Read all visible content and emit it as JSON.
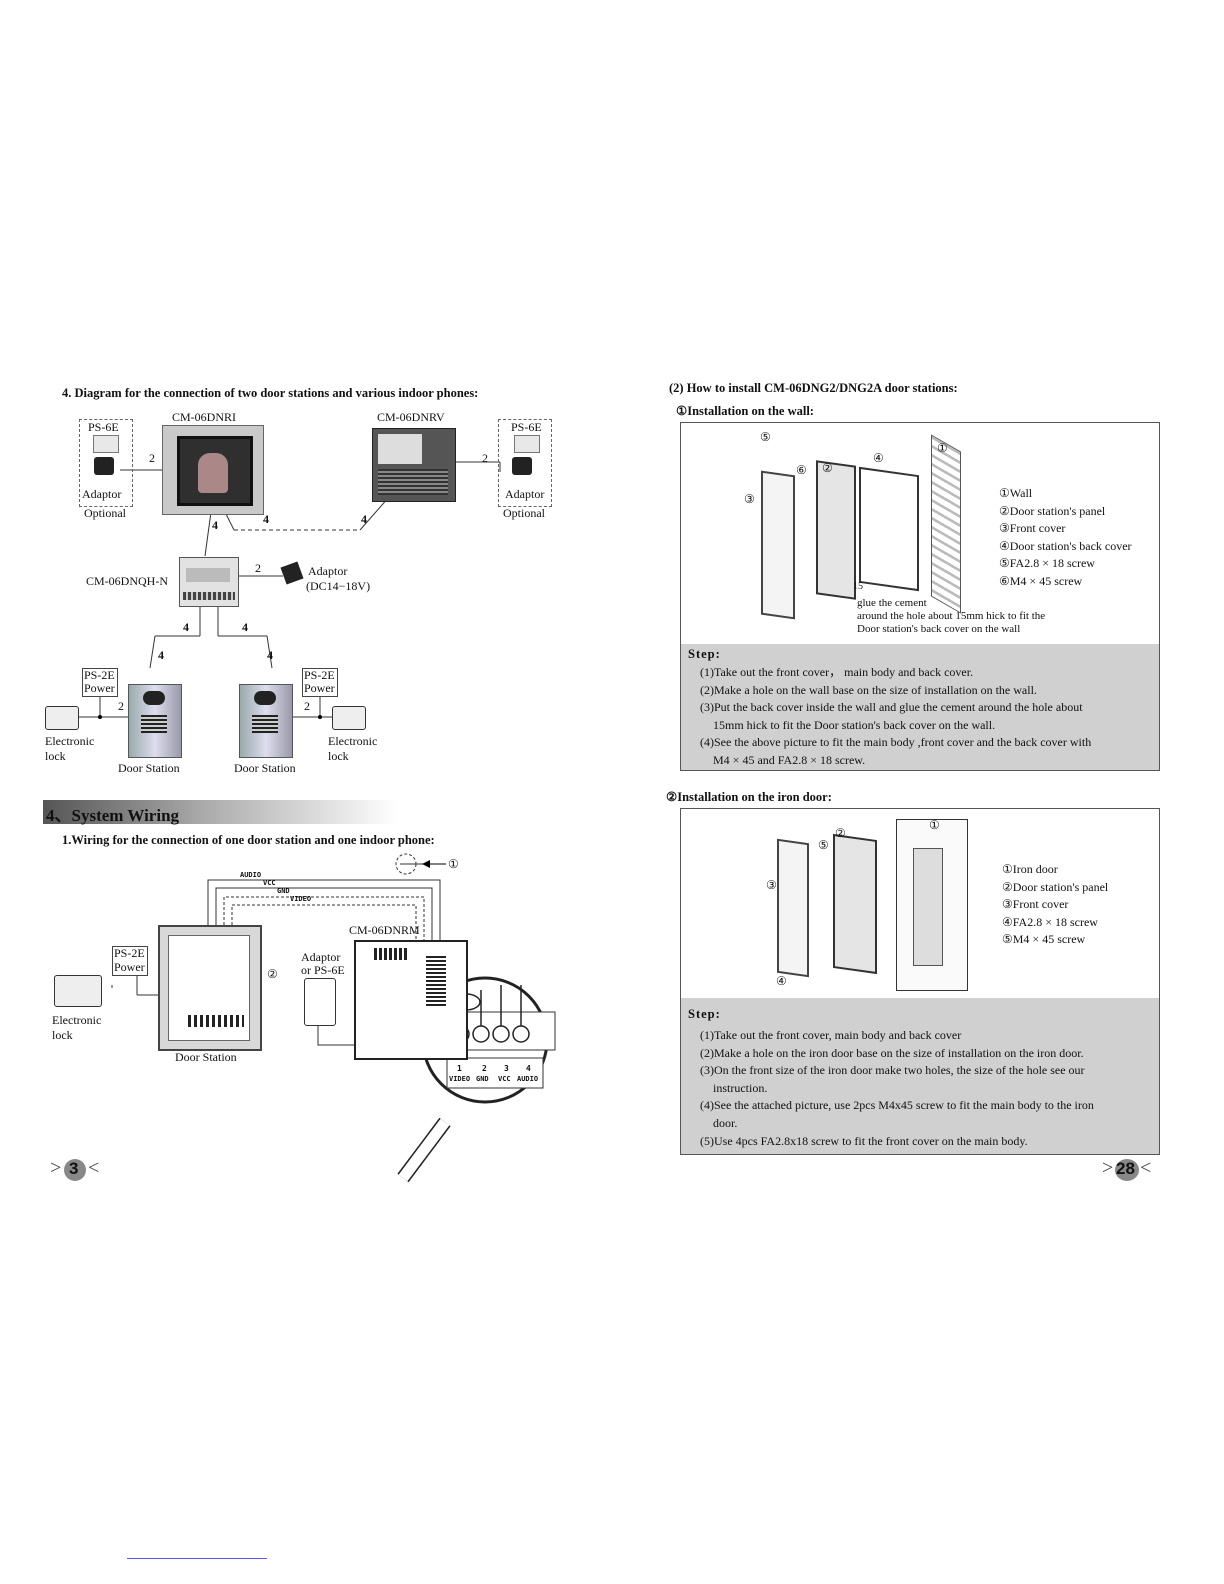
{
  "left": {
    "sec4_title": "4. Diagram for the connection of two door stations and various indoor phones:",
    "d1": {
      "model_left": "CM-06DNRI",
      "model_right": "CM-06DNRV",
      "ps6e_left": "PS-6E",
      "ps6e_right": "PS-6E",
      "adaptor_left": "Adaptor",
      "adaptor_right": "Adaptor",
      "optional_left": "Optional",
      "optional_right": "Optional",
      "hub_model": "CM-06DNQH-N",
      "hub_adaptor": "Adaptor",
      "hub_adaptor_dc": "(DC14−18V)",
      "ps2e_left": "PS-2E",
      "power_left": "Power",
      "ps2e_right": "PS-2E",
      "power_right": "Power",
      "elock_left_1": "Electronic",
      "elock_left_2": "lock",
      "elock_right_1": "Electronic",
      "elock_right_2": "lock",
      "ds_left": "Door Station",
      "ds_right": "Door Station",
      "wire_2": "2",
      "wire_4": "4"
    },
    "sys_header": "4、System Wiring",
    "sys_sub": "1.Wiring for the connection of one door station and one indoor phone:",
    "d2": {
      "audio": "AUDIO",
      "vcc": "VCC",
      "gnd": "GND",
      "video": "VIDEO",
      "model": "CM-06DNRM",
      "ps2e": "PS-2E",
      "power": "Power",
      "adaptor": "Adaptor",
      "or_ps6e": "or PS-6E",
      "elock_1": "Electronic",
      "elock_2": "lock",
      "door_station": "Door Station",
      "callout_1": "①",
      "callout_2": "②",
      "t1": "1",
      "t2": "2",
      "t3": "3",
      "t4": "4",
      "tv": "VIDEO",
      "tg": "GND",
      "tc": "VCC",
      "ta": "AUDIO"
    },
    "page_num": "3"
  },
  "right": {
    "title": "(2) How to install CM-06DNG2/DNG2A door stations:",
    "wall_title": "①Installation on the wall:",
    "wall_legend": [
      "①Wall",
      "②Door station's panel",
      "③Front cover",
      "④Door station's back cover",
      "⑤FA2.8 × 18 screw",
      "⑥M4 × 45 screw"
    ],
    "wall_callouts": {
      "c1": "①",
      "c2": "②",
      "c3": "③",
      "c4": "④",
      "c5": "⑤",
      "c6": "⑥"
    },
    "wall_dim": "15",
    "wall_glue": [
      "glue the cement",
      "around the hole about 15mm hick to fit the",
      "Door station's back cover  on the wall"
    ],
    "wall_step_label": "Step:",
    "wall_steps": [
      "(1)Take out the front cover， main body and back cover.",
      "(2)Make a hole on the wall base on the size of installation on the wall.",
      "(3)Put the back cover inside the wall and glue the cement around the hole about",
      "15mm hick to fit the Door station's back cover  on the wall.",
      "(4)See the above picture to fit the main body ,front cover and the back cover with",
      "M4 × 45 and FA2.8 × 18 screw."
    ],
    "iron_title": "②Installation on the iron door:",
    "iron_legend": [
      "①Iron door",
      "②Door station's panel",
      "③Front cover",
      "④FA2.8 × 18 screw",
      "⑤M4 × 45 screw"
    ],
    "iron_callouts": {
      "c1": "①",
      "c2": "②",
      "c3": "③",
      "c4": "④",
      "c5": "⑤"
    },
    "iron_step_label": "Step:",
    "iron_steps": [
      "(1)Take out the front cover, main body and back cover",
      "(2)Make a hole on the iron door base on the size of installation on the iron door.",
      "(3)On the front size of the iron door make two holes, the size of the hole see our",
      "instruction.",
      "(4)See the attached picture, use 2pcs M4x45 screw to fit the main body to the iron",
      "door.",
      "(5)Use 4pcs FA2.8x18 screw to fit the front cover on the main body."
    ],
    "page_num": "28"
  },
  "colors": {
    "step_bg": "#d0d0d0",
    "header_grad_start": "#555555",
    "header_grad_end": "#ffffff"
  }
}
